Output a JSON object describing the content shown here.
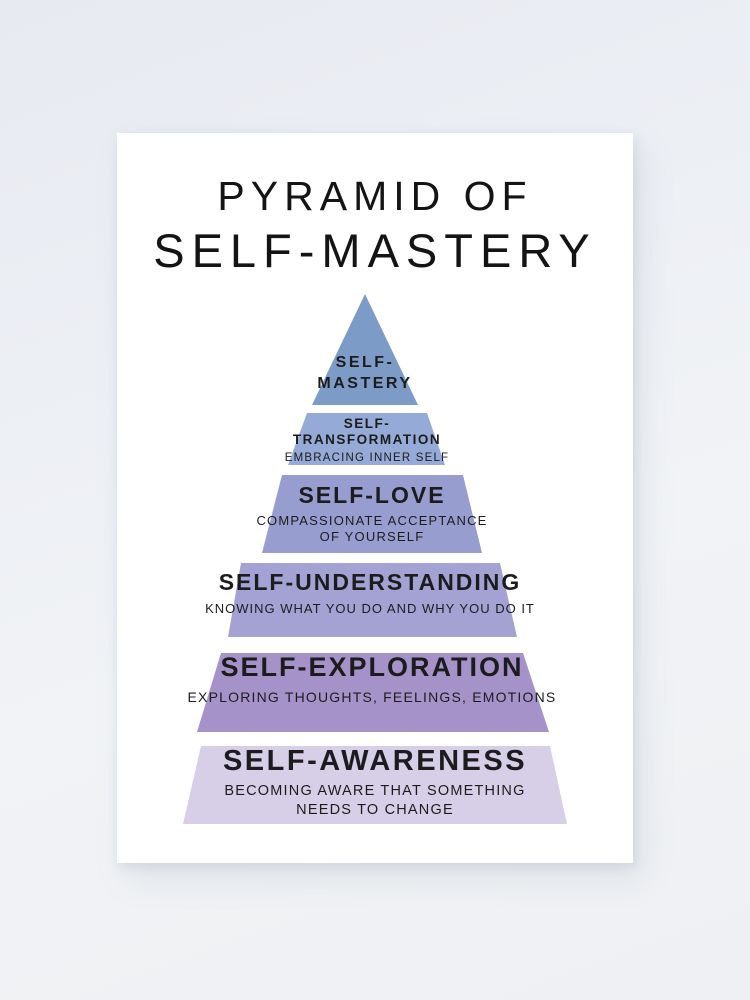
{
  "poster": {
    "title_line1": "PYRAMID OF",
    "title_line2": "SELF-MASTERY"
  },
  "colors": {
    "wall": "#edf0f5",
    "poster_background": "#ffffff",
    "text": "#1c1c1e"
  },
  "pyramid": {
    "levels": [
      {
        "rank": 1,
        "id": "self-mastery",
        "color": "#7d9bc7",
        "heading_lines": [
          "SELF-",
          "MASTERY"
        ],
        "subtitle_lines": []
      },
      {
        "rank": 2,
        "id": "self-transformation",
        "color": "#95aad6",
        "heading_lines": [
          "SELF-",
          "TRANSFORMATION"
        ],
        "subtitle_lines": [
          "EMBRACING INNER SELF"
        ]
      },
      {
        "rank": 3,
        "id": "self-love",
        "color": "#989dcf",
        "heading_lines": [
          "SELF-LOVE"
        ],
        "subtitle_lines": [
          "COMPASSIONATE ACCEPTANCE",
          "OF YOURSELF"
        ]
      },
      {
        "rank": 4,
        "id": "self-understanding",
        "color": "#a3a2d3",
        "heading_lines": [
          "SELF-UNDERSTANDING"
        ],
        "subtitle_lines": [
          "KNOWING WHAT YOU DO AND WHY YOU DO IT"
        ]
      },
      {
        "rank": 5,
        "id": "self-exploration",
        "color": "#a592c9",
        "heading_lines": [
          "SELF-EXPLORATION"
        ],
        "subtitle_lines": [
          "EXPLORING THOUGHTS, FEELINGS, EMOTIONS"
        ]
      },
      {
        "rank": 6,
        "id": "self-awareness",
        "color": "#d7cfe7",
        "heading_lines": [
          "SELF-AWARENESS"
        ],
        "subtitle_lines": [
          "BECOMING AWARE THAT SOMETHING",
          "NEEDS TO CHANGE"
        ]
      }
    ]
  }
}
